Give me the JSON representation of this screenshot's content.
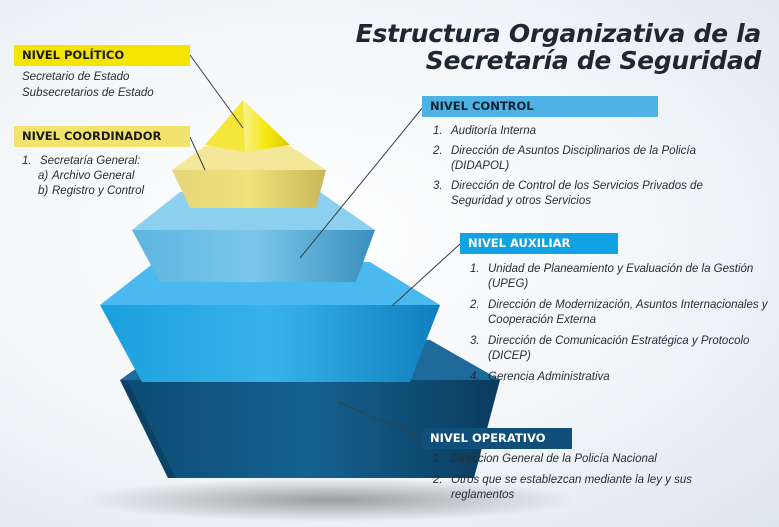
{
  "title": {
    "line1": "Estructura Organizativa de la",
    "line2": "Secretaría de Seguridad"
  },
  "levels": {
    "politico": {
      "label": "NIVEL POLÍTICO",
      "lines": [
        "Secretario de Estado",
        "Subsecretarios de Estado"
      ],
      "color": "#f4e500"
    },
    "coordinador": {
      "label": "NIVEL COORDINADOR",
      "items": [
        {
          "num": "1.",
          "text": "Secretaría General:",
          "sub": [
            {
              "num": "a)",
              "text": "Archivo General"
            },
            {
              "num": "b)",
              "text": "Registro y Control"
            }
          ]
        }
      ],
      "color": "#f2e26e"
    },
    "control": {
      "label": "NIVEL CONTROL",
      "items": [
        {
          "num": "1.",
          "text": "Auditoría Interna"
        },
        {
          "num": "2.",
          "text": "Dirección de Asuntos Disciplinarios de la Policía (DIDAPOL)"
        },
        {
          "num": "3.",
          "text": "Dirección de Control de los Servicios Privados de Seguridad y otros Servicios"
        }
      ],
      "color": "#4fb2e4"
    },
    "auxiliar": {
      "label": "NIVEL AUXILIAR",
      "items": [
        {
          "num": "1.",
          "text": "Unidad de Planeamiento y Evaluación de la Gestión (UPEG)"
        },
        {
          "num": "2.",
          "text": "Dirección de Modernización, Asuntos Internacionales y Cooperación Externa"
        },
        {
          "num": "3.",
          "text": "Dirección de Comunicación Estratégica y Protocolo (DICEP)"
        },
        {
          "num": "4.",
          "text": "Gerencia Administrativa"
        }
      ],
      "color": "#10a2e2"
    },
    "operativo": {
      "label": "NIVEL OPERATIVO",
      "items": [
        {
          "num": "1.",
          "text": "Direccion General de la Policía Nacional"
        },
        {
          "num": "2.",
          "text": "Otros que se establezcan mediante la ley y sus reglamentos"
        }
      ],
      "color": "#0f4f7a"
    }
  }
}
